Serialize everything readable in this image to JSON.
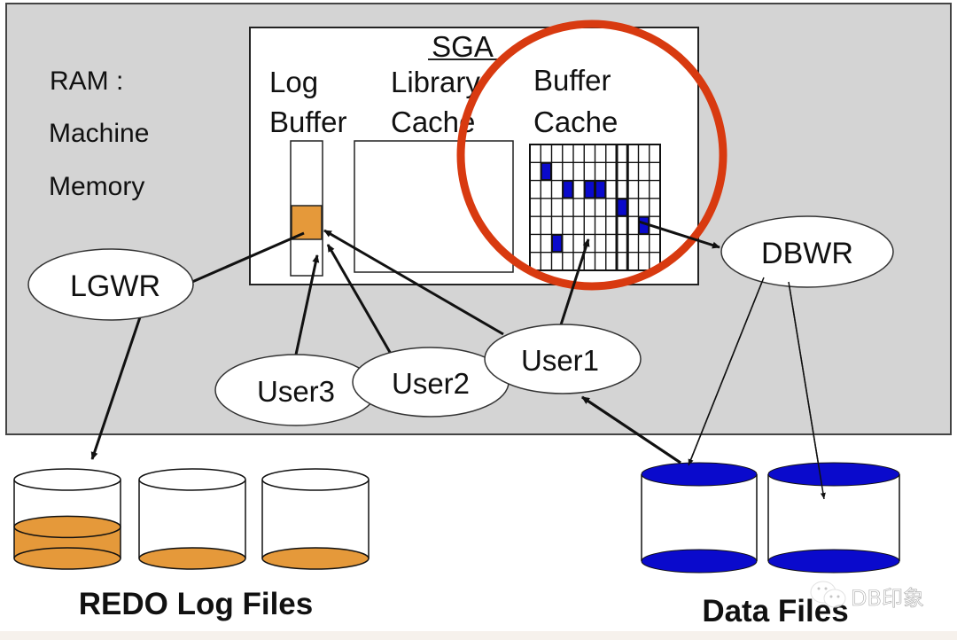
{
  "ram_label": {
    "line1": "RAM :",
    "line2": "Machine",
    "line3": "Memory"
  },
  "sga": {
    "title": "SGA",
    "log_buffer": {
      "line1": "Log",
      "line2": "Buffer",
      "filled_fraction": 0.19
    },
    "library_cache": {
      "line1": "Library",
      "line2": "Cache"
    },
    "buffer_cache": {
      "line1": "Buffer",
      "line2": "Cache",
      "grid_rows": 7,
      "grid_cols": 12,
      "dirty_blocks": [
        [
          1,
          1
        ],
        [
          2,
          3
        ],
        [
          2,
          5
        ],
        [
          2,
          6
        ],
        [
          3,
          8
        ],
        [
          4,
          10
        ],
        [
          5,
          2
        ]
      ]
    }
  },
  "processes": {
    "lgwr": "LGWR",
    "dbwr": "DBWR",
    "user1": "User1",
    "user2": "User2",
    "user3": "User3"
  },
  "redo_files": {
    "caption": "REDO Log Files",
    "fill_fractions": [
      0.4,
      0.0,
      0.0
    ]
  },
  "data_files": {
    "caption": "Data Files",
    "count": 2
  },
  "watermark": "DB印象",
  "colors": {
    "ram_bg": "#d4d4d4",
    "orange": "#e5993a",
    "blue": "#0a0acc",
    "highlight_circle": "#d83a10",
    "caption_blue": "#2b2bc8"
  }
}
